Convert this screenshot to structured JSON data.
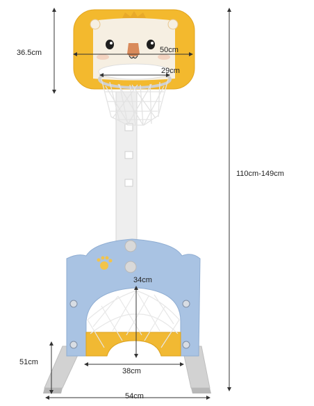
{
  "dimensions": {
    "backboard_height": "36.5cm",
    "backboard_width": "50cm",
    "hoop_diameter": "29cm",
    "total_height": "110cm-149cm",
    "goal_height": "34cm",
    "base_height": "51cm",
    "goal_width": "38cm",
    "base_width": "54cm"
  },
  "colors": {
    "backboard_yellow": "#f3b92e",
    "panel_cream": "#f6efe2",
    "base_blue": "#a9c3e3",
    "pole_white": "#efefef",
    "leg_gray": "#cfcfcf",
    "hoop_ring": "#d0d0d0"
  }
}
